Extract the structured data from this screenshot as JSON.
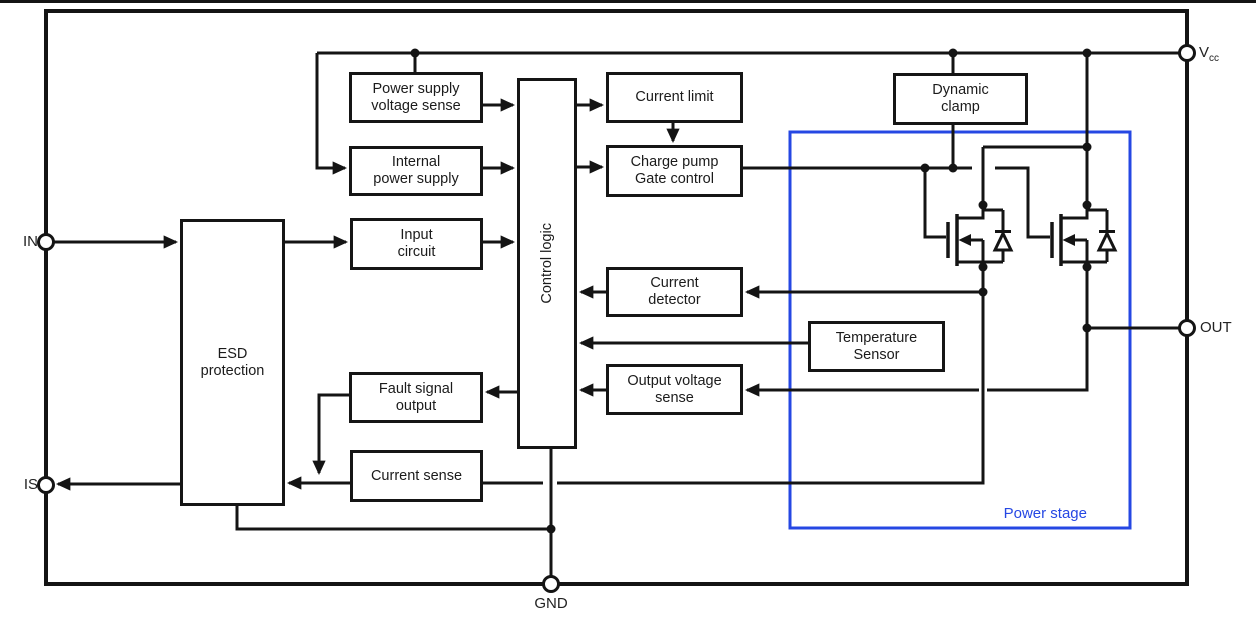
{
  "diagram": {
    "pins": {
      "in": "IN",
      "is": "IS",
      "out": "OUT",
      "gnd": "GND",
      "vcc_main": "V",
      "vcc_sub": "cc"
    },
    "blocks": {
      "power_supply_voltage_sense": "Power supply\nvoltage sense",
      "internal_power_supply": "Internal\npower supply",
      "input_circuit": "Input\ncircuit",
      "esd_protection": "ESD\nprotection",
      "control_logic": "Control logic",
      "current_limit": "Current limit",
      "charge_pump_gate_control": "Charge pump\nGate control",
      "current_detector": "Current\ndetector",
      "temperature_sensor": "Temperature\nSensor",
      "output_voltage_sense": "Output voltage\nsense",
      "fault_signal_output": "Fault signal\noutput",
      "current_sense": "Current sense",
      "dynamic_clamp": "Dynamic\nclamp"
    },
    "regions": {
      "power_stage": "Power stage"
    },
    "colors": {
      "line": "#141414",
      "power_stage": "#2547e3"
    }
  }
}
